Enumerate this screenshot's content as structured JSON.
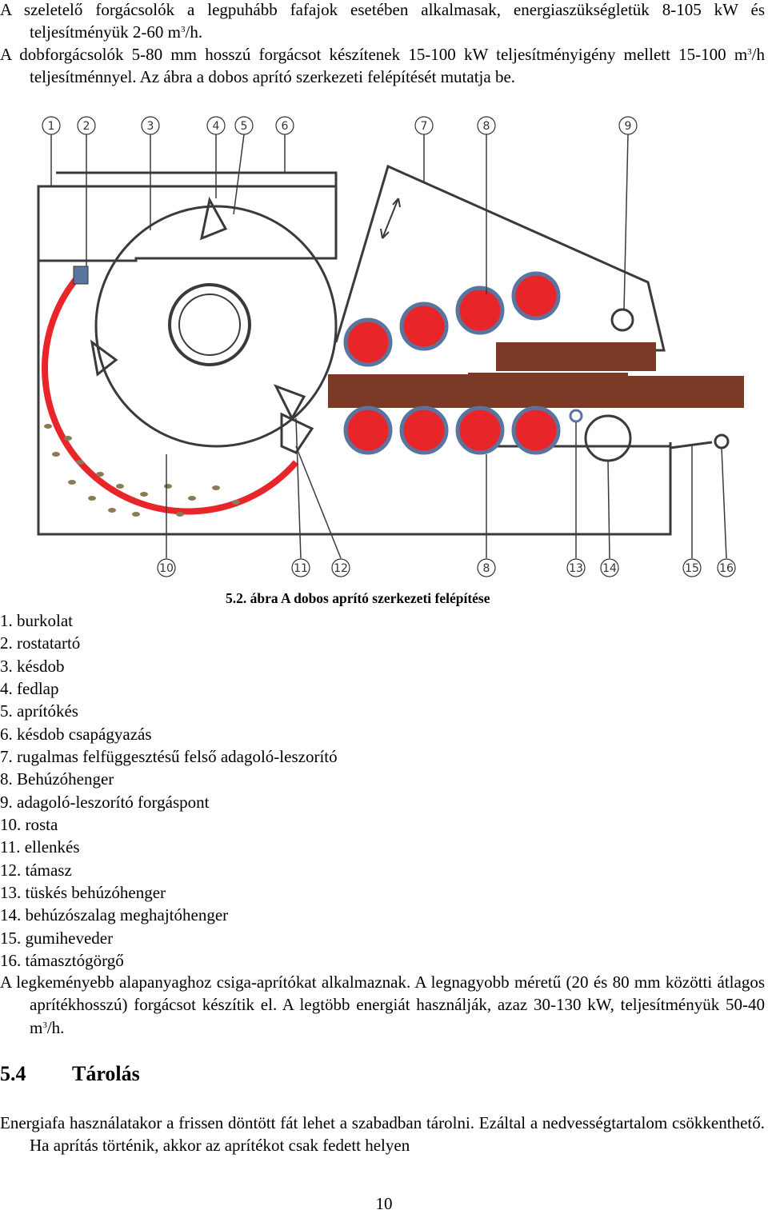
{
  "intro": {
    "p1_a": "A szeletelő forgácsolók a legpuhább fafajok esetében alkalmasak, energiaszükségletük 8-105 kW és teljesítményük 2-60 m",
    "p1_sup": "3",
    "p1_b": "/h.",
    "p2_a": "A dobforgácsolók 5-80 mm hosszú forgácsot készítenek 15-100 kW teljesítményigény mellett 15-100 m",
    "p2_sup": "3",
    "p2_b": "/h teljesítménnyel. Az ábra a dobos aprító szerkezeti felépítését mutatja be."
  },
  "figure": {
    "top_labels": [
      "1",
      "2",
      "3",
      "4",
      "5",
      "6",
      "7",
      "8",
      "9"
    ],
    "bottom_labels": [
      "10",
      "11",
      "12",
      "8",
      "13",
      "14",
      "15",
      "16"
    ],
    "caption": "5.2. ábra A dobos aprító szerkezeti felépítése",
    "colors": {
      "line": "#3a3a3a",
      "red": "#e8262a",
      "blue": "#5a74a0",
      "wood": "#7b3a26"
    }
  },
  "legend": [
    "1. burkolat",
    "2. rostatartó",
    "3. késdob",
    "4. fedlap",
    "5. aprítókés",
    "6. késdob csapágyazás",
    "7. rugalmas felfüggesztésű felső adagoló-leszorító",
    "8. Behúzóhenger",
    "9. adagoló-leszorító forgáspont",
    "10. rosta",
    "11. ellenkés",
    "12. támasz",
    "13. tüskés behúzóhenger",
    "14. behúzószalag meghajtóhenger",
    "15. gumiheveder",
    "16. támasztógörgő"
  ],
  "body": {
    "p3_a": "A legkeményebb alapanyaghoz csiga-aprítókat alkalmaznak. A legnagyobb méretű (20 és 80 mm közötti átlagos aprítékhosszú) forgácsot készítik el. A legtöbb energiát használják, azaz 30-130 kW, teljesítményük 50-40 m",
    "p3_sup": "3",
    "p3_b": "/h.",
    "heading_num": "5.4",
    "heading_title": "Tárolás",
    "p4": "Energiafa használatakor a frissen döntött fát lehet a szabadban tárolni. Ezáltal a nedvességtartalom csökkenthető. Ha aprítás történik, akkor az aprítékot csak fedett helyen"
  },
  "page_number": "10"
}
